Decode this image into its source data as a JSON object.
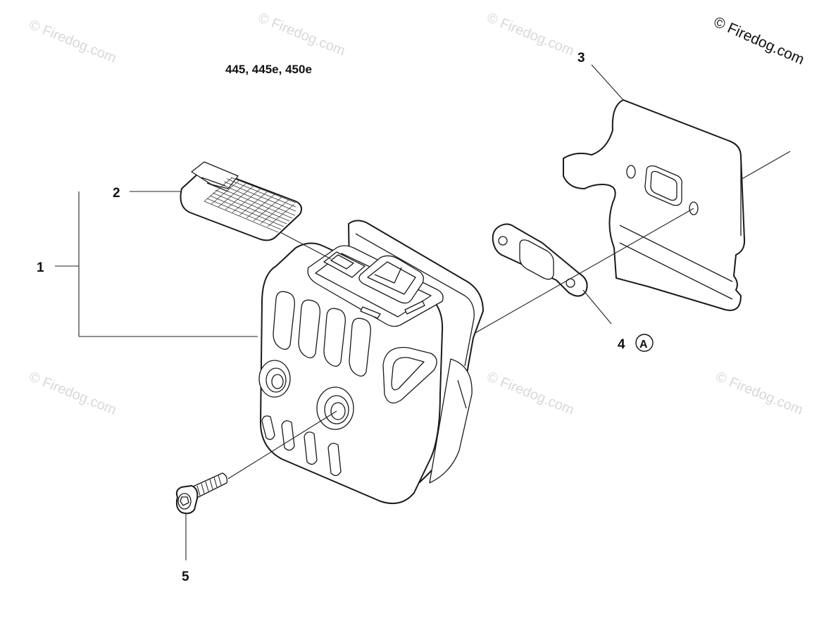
{
  "diagram": {
    "model_label": "445, 445e, 450e",
    "copyright": "© Firedog.com",
    "watermark": "© Firedog.com",
    "callouts": {
      "c1": "1",
      "c2": "2",
      "c3": "3",
      "c4": "4",
      "c4_marker": "A",
      "c5": "5"
    }
  }
}
